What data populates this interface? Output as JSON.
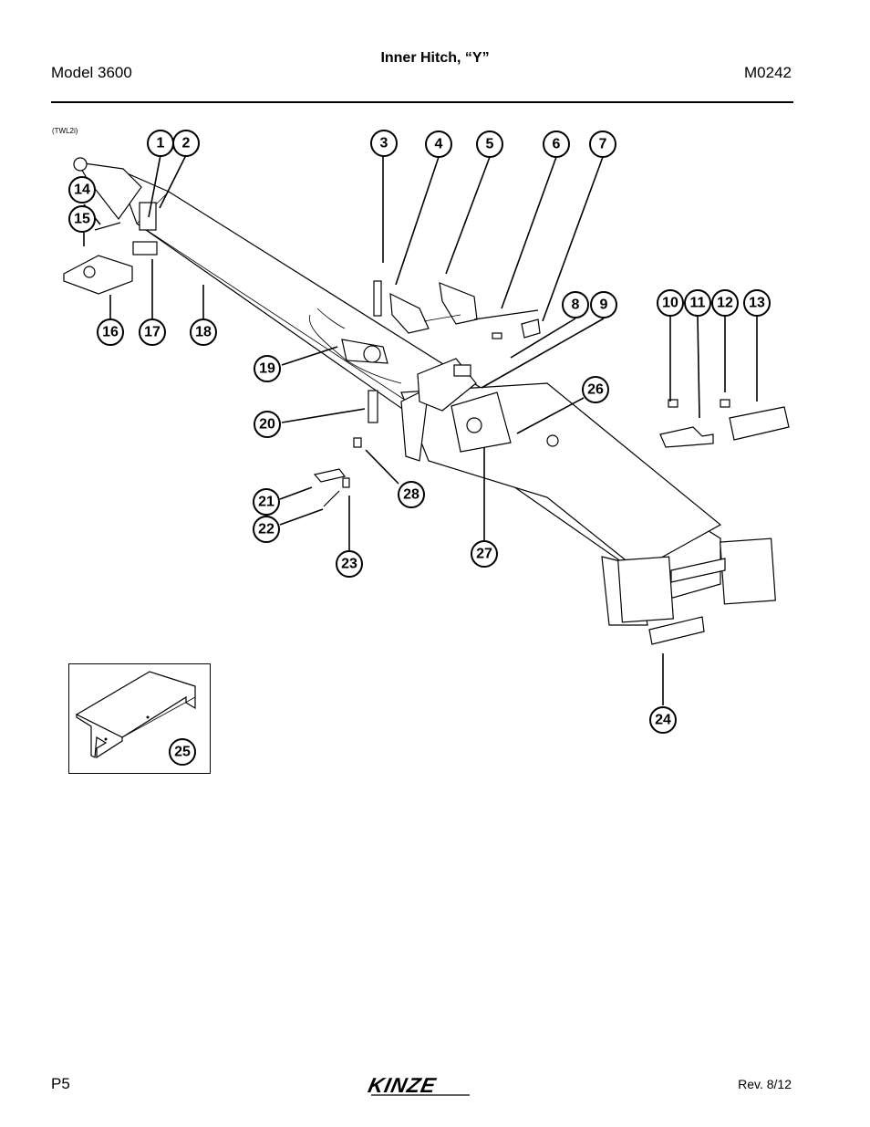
{
  "header": {
    "model": "Model 3600",
    "title": "Inner Hitch, “Y”",
    "doc_number": "M0242"
  },
  "figure": {
    "id_label": "(TWL2i)",
    "callouts": [
      "1",
      "2",
      "3",
      "4",
      "5",
      "6",
      "7",
      "8",
      "9",
      "10",
      "11",
      "12",
      "13",
      "14",
      "15",
      "16",
      "17",
      "18",
      "19",
      "20",
      "21",
      "22",
      "23",
      "24",
      "25",
      "26",
      "27",
      "28"
    ]
  },
  "footer": {
    "page": "P5",
    "brand": "KINZE",
    "revision": "Rev. 8/12"
  }
}
